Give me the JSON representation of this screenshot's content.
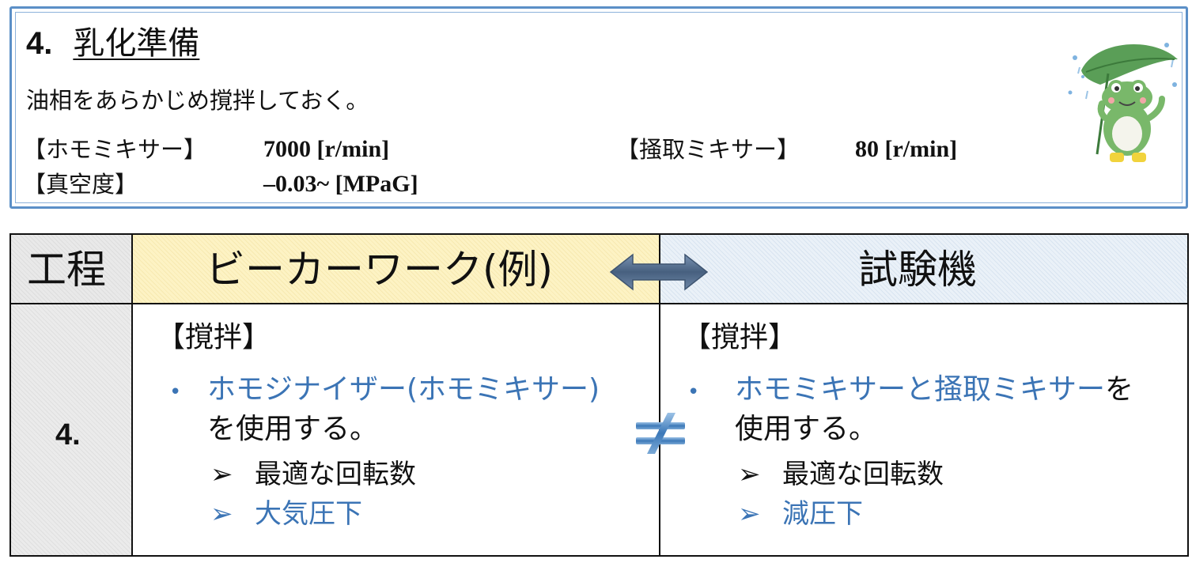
{
  "info": {
    "step_number": "4.",
    "step_title": "乳化準備",
    "description": "油相をあらかじめ撹拌しておく。",
    "homo_mixer_label": "【ホモミキサー】",
    "homo_mixer_value": "7000 [r/min]",
    "scrape_mixer_label": "【掻取ミキサー】",
    "scrape_mixer_value": "80 [r/min]",
    "vacuum_label": "【真空度】",
    "vacuum_value": "–0.03~ [MPaG]"
  },
  "table": {
    "header_step": "工程",
    "header_beaker": "ビーカーワーク(例)",
    "header_tester": "試験機",
    "step_value": "4.",
    "beaker": {
      "section": "【撹拌】",
      "bullet_highlight": "ホモジナイザー(ホモミキサー)",
      "bullet_rest": "を使用する。",
      "sub1": "最適な回転数",
      "sub2": "大気圧下"
    },
    "tester": {
      "section": "【撹拌】",
      "bullet_highlight": "ホモミキサーと掻取ミキサー",
      "bullet_rest_1": "を",
      "bullet_rest_2": "使用する。",
      "sub1": "最適な回転数",
      "sub2": "減圧下"
    },
    "bullet_glyph": "•",
    "sub_marker": "➢"
  },
  "colors": {
    "frame_blue": "#5b8fc7",
    "highlight_blue": "#3b74b5",
    "beaker_header_bg": "#fdf3c4",
    "tester_header_bg": "#eaf1f8"
  },
  "icons": [
    "frog-umbrella-illustration",
    "double-arrow-icon",
    "not-equal-icon"
  ]
}
